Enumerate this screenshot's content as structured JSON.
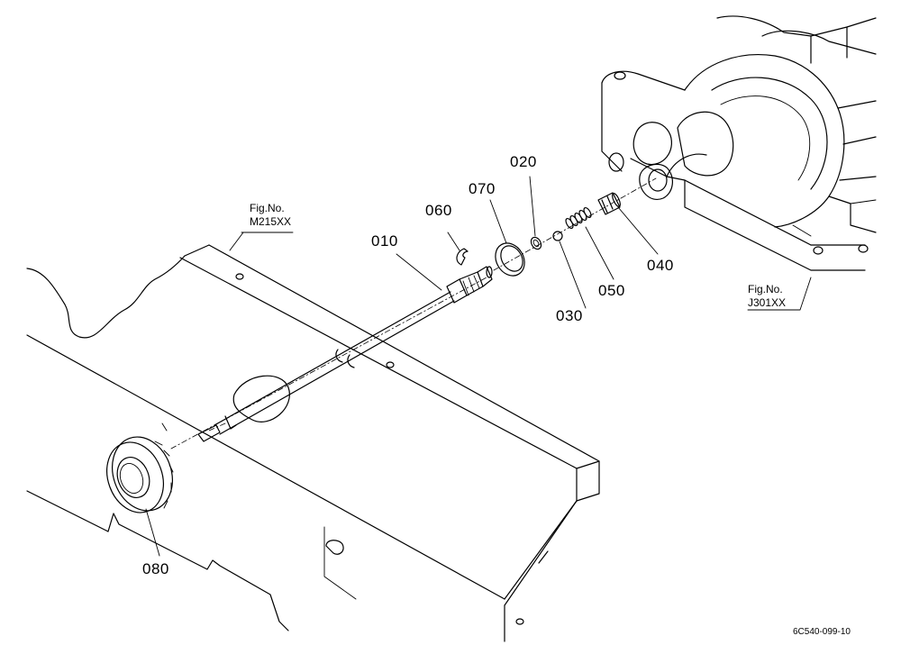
{
  "parts": [
    {
      "id": "p010",
      "label": "010"
    },
    {
      "id": "p020",
      "label": "020"
    },
    {
      "id": "p030",
      "label": "030"
    },
    {
      "id": "p040",
      "label": "040"
    },
    {
      "id": "p050",
      "label": "050"
    },
    {
      "id": "p060",
      "label": "060"
    },
    {
      "id": "p070",
      "label": "070"
    },
    {
      "id": "p080",
      "label": "080"
    }
  ],
  "figure_refs": [
    {
      "line1": "Fig.No.",
      "line2": "M215XX"
    },
    {
      "line1": "Fig.No.",
      "line2": "J301XX"
    }
  ],
  "drawing_code": "6C540-099-10"
}
